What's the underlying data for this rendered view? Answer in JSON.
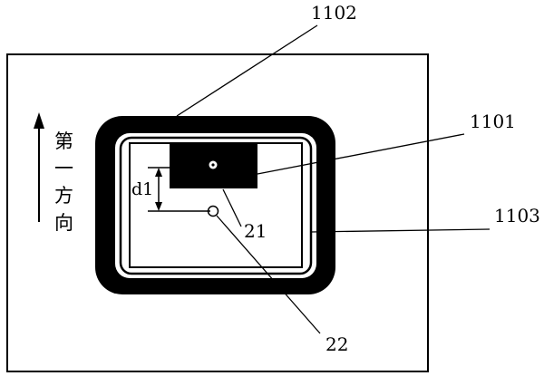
{
  "labels": {
    "outer_frame": "1102",
    "inner_frame": "1101",
    "middle_frame": "1103",
    "point_one": "21",
    "point_two": "22",
    "distance": "d1"
  },
  "direction": {
    "chars": [
      "第",
      "一",
      "方",
      "向"
    ]
  },
  "colors": {
    "ink": "#000000",
    "paper": "#ffffff"
  }
}
